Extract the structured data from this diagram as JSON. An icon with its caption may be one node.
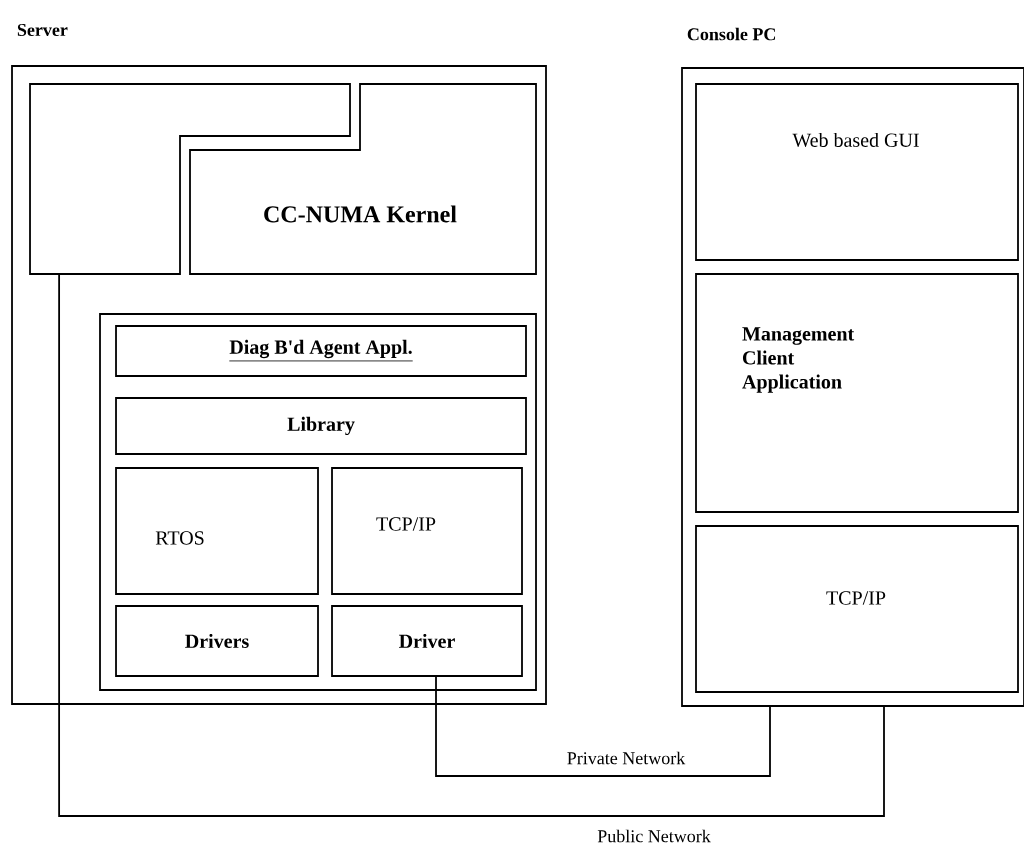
{
  "diagram": {
    "nodes": [
      {
        "text": [
          "Server"
        ]
      },
      {
        "text": [],
        "shape": "box",
        "in": 0
      },
      {
        "text": [
          "CC-NUMA Kernel"
        ],
        "in": 0
      },
      {
        "text": [],
        "shape": "box",
        "in": 0
      },
      {
        "text": [
          "Diag B'd Agent Appl."
        ],
        "in": 3
      },
      {
        "text": [
          "Library"
        ],
        "in": 3
      },
      {
        "text": [
          "RTOS"
        ],
        "in": 3
      },
      {
        "text": [
          "TCP/IP"
        ],
        "in": 3
      },
      {
        "text": [
          "Drivers"
        ],
        "in": 3
      },
      {
        "text": [
          "Driver"
        ],
        "in": 3
      },
      {
        "text": [
          "Console PC"
        ]
      },
      {
        "text": [
          "Web based GUI"
        ],
        "in": 10
      },
      {
        "text": [
          "Management Client Application"
        ],
        "in": 10
      },
      {
        "text": [
          "TCP/IP"
        ],
        "in": 10
      }
    ],
    "edges": [
      {
        "from": 9,
        "to": 10,
        "arrow": "none",
        "label": "Private Network"
      },
      {
        "from": 1,
        "to": 10,
        "arrow": "none",
        "label": "Public Network"
      }
    ]
  }
}
